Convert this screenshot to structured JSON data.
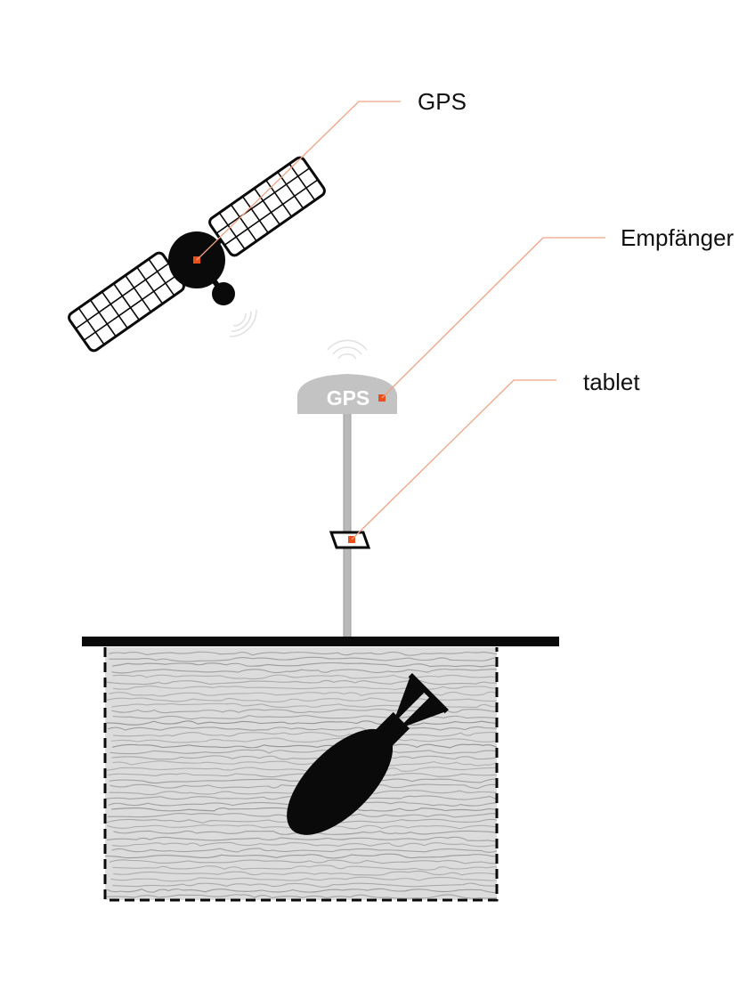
{
  "labels": {
    "satellite": "GPS",
    "receiver": "Empfänger",
    "tablet": "tablet"
  },
  "receiver_dome_text": "GPS",
  "colors": {
    "leader_line": "#f0a384",
    "marker": "#e8501c",
    "receiver": "#c3c3c3",
    "pole": "#b9b9b9",
    "soil": "#dcdcdc",
    "soil_texture": "#8d8d8d",
    "ink": "#0a0a0a"
  },
  "icons": [
    "satellite-icon",
    "signal-waves-icon",
    "gps-receiver-icon",
    "tablet-icon",
    "bomb-icon"
  ]
}
